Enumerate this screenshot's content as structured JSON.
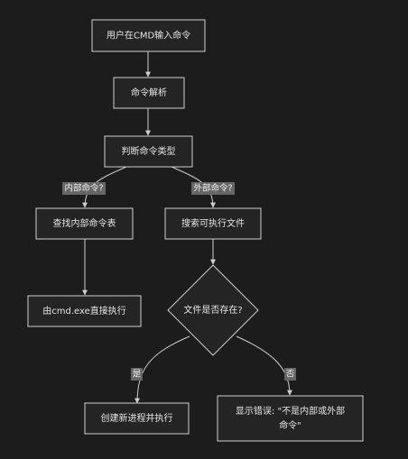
{
  "nodes": {
    "user_input": "用户在CMD输入命令",
    "parse": "命令解析",
    "judge": "判断命令类型",
    "internal_lookup": "查找内部命令表",
    "external_search": "搜索可执行文件",
    "exec_by_cmd": "由cmd.exe直接执行",
    "file_exists": "文件是否存在?",
    "create_process": "创建新进程并执行",
    "error_line1": "显示错误: \"不是内部或外部",
    "error_line2": "命令\""
  },
  "edges": {
    "internal_label": "内部命令?",
    "external_label": "外部命令?",
    "yes_label": "是",
    "no_label": "否"
  }
}
